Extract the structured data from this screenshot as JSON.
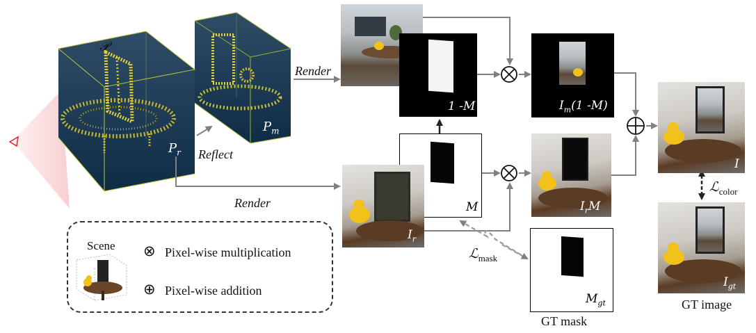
{
  "point_cloud": {
    "P": "𝒫",
    "P_r": "P",
    "P_r_sub": "r",
    "P_m": "P",
    "P_m_sub": "m"
  },
  "arrows": {
    "render_top": "Render",
    "render_bottom": "Render",
    "reflect": "Reflect"
  },
  "images": {
    "I_m": "I",
    "I_m_sub": "m",
    "one_minus_M": "1 -M",
    "I_m_times": "I",
    "I_m_times_sub": "m",
    "I_m_times_rest": "(1 -M)",
    "M": "M",
    "I_r": "I",
    "I_r_sub": "r",
    "I_r_M": "I",
    "I_r_M_sub": "r",
    "I_r_M_rest": "M",
    "I": "I",
    "I_gt": "I",
    "I_gt_sub": "gt",
    "M_gt": "M",
    "M_gt_sub": "gt"
  },
  "losses": {
    "color": "ℒ",
    "color_sub": "color",
    "mask": "ℒ",
    "mask_sub": "mask"
  },
  "captions": {
    "gt_mask": "GT mask",
    "gt_image": "GT image"
  },
  "legend": {
    "scene": "Scene",
    "multiply_symbol": "⊗",
    "multiply": "Pixel-wise multiplication",
    "add_symbol": "⊕",
    "add": "Pixel-wise addition"
  }
}
